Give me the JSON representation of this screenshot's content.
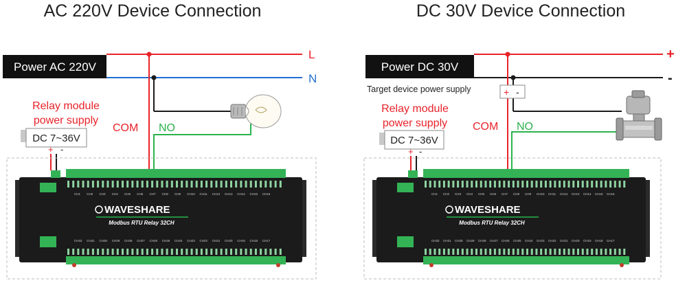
{
  "left": {
    "title": "AC 220V Device Connection",
    "power_label": "Power AC 220V",
    "line_a": "L",
    "line_b": "N",
    "relay_supply_label_1": "Relay module",
    "relay_supply_label_2": "power supply",
    "dc_label": "DC 7~36V",
    "plus": "+",
    "minus": "-",
    "com": "COM",
    "no": "NO",
    "device_icon": "light-bulb-icon"
  },
  "right": {
    "title": "DC 30V Device Connection",
    "power_label": "Power DC 30V",
    "line_a": "+",
    "line_b": "-",
    "target_label": "Target device power supply",
    "target_plus": "+",
    "target_minus": "-",
    "relay_supply_label_1": "Relay module",
    "relay_supply_label_2": "power supply",
    "dc_label": "DC 7~36V",
    "plus": "+",
    "minus": "-",
    "com": "COM",
    "no": "NO",
    "device_icon": "solenoid-valve-icon"
  },
  "module": {
    "brand": "WAVESHARE",
    "model": "Modbus RTU Relay 32CH",
    "top_channels": [
      "CH1",
      "CH2",
      "CH3",
      "CH4",
      "CH5",
      "CH6",
      "CH7",
      "CH8",
      "CH9",
      "CH10",
      "CH11",
      "CH12",
      "CH13",
      "CH14",
      "CH15",
      "CH16"
    ],
    "bottom_channels": [
      "CH32",
      "CH31",
      "CH30",
      "CH29",
      "CH28",
      "CH27",
      "CH26",
      "CH25",
      "CH24",
      "CH23",
      "CH22",
      "CH21",
      "CH20",
      "CH19",
      "CH18",
      "CH17"
    ]
  },
  "colors": {
    "red_wire": "#e8232a",
    "blue_wire": "#1f6fd1",
    "green_wire": "#2bb24c",
    "black_wire": "#1a1a1a",
    "label_bg": "#111111",
    "module_body": "#1b1b1b",
    "terminal_green": "#34b356"
  }
}
